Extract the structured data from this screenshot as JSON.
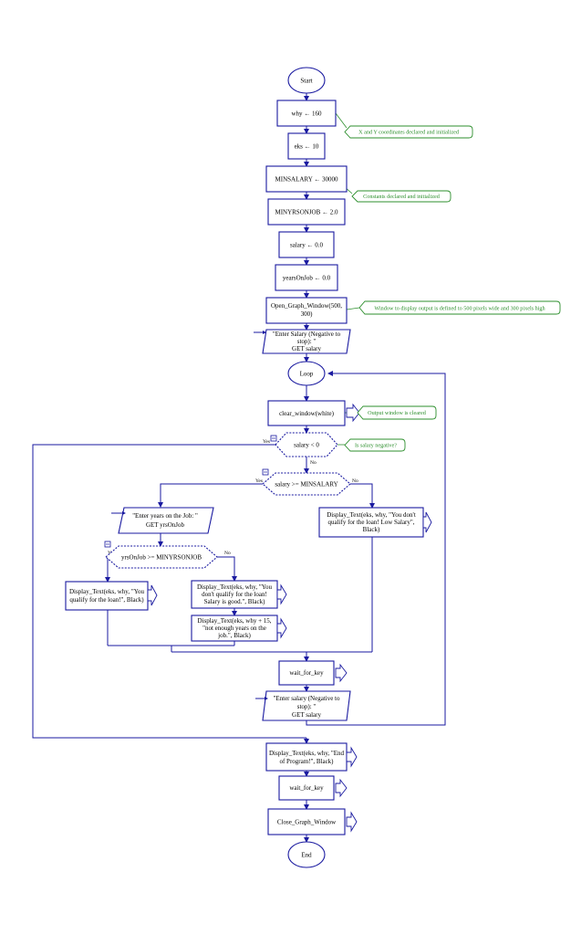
{
  "diagram": {
    "nodes": {
      "start": "Start",
      "why": "why ← 160",
      "eks": "eks ← 10",
      "minsalary": "MINSALARY ← 30000",
      "minyrs": "MINYRSONJOB ← 2.0",
      "salary": "salary ← 0.0",
      "yearsonjob": "yearsOnJob ← 0.0",
      "open_window": [
        "Open_Graph_Window(500,",
        "300)"
      ],
      "input_salary": [
        "\"Enter Salary (Negative to",
        "stop): \"",
        "GET salary"
      ],
      "loop": "Loop",
      "clear_window": "clear_window(white)",
      "cond_salary_neg": "salary < 0",
      "cond_minsalary": "salary >= MINSALARY",
      "input_years": [
        "\"Enter years on the Job: \"",
        "GET yrsOnJob"
      ],
      "display_low_salary": [
        "Display_Text(eks, why, \"You don't",
        "qualify for the loan! Low Salary\",",
        "Black)"
      ],
      "cond_years": "yrsOnJob >= MINYRSONJOB",
      "display_qualify": [
        "Display_Text(eks, why, \"You",
        "qualify for the loan!\", Black)"
      ],
      "display_salary_good": [
        "Display_Text(eks, why, \"You",
        "don't qualify for the loan!",
        "Salary is good.\", Black)"
      ],
      "display_years": [
        "Display_Text(eks, why + 15,",
        "\"not enough years on the",
        "job.\", Black)"
      ],
      "wait1": "wait_for_key",
      "input_salary2": [
        "\"Enter salary (Negative to",
        "stop): \"",
        "GET salary"
      ],
      "display_end": [
        "Display_Text(eks, why, \"End",
        "of Program!\", Black)"
      ],
      "wait2": "wait_for_key",
      "close_window": "Close_Graph_Window",
      "end": "End"
    },
    "comments": {
      "xy": "X  and  Y coordinates declared and initialized",
      "constants": "Constants declared and initialized",
      "window": "Window to display output is defined to 500 pixels wide and 300 pixels high",
      "cleared": "Output window is cleared",
      "negative": "Is salary negative?"
    },
    "labels": {
      "yes": "Yes",
      "no": "No"
    }
  }
}
